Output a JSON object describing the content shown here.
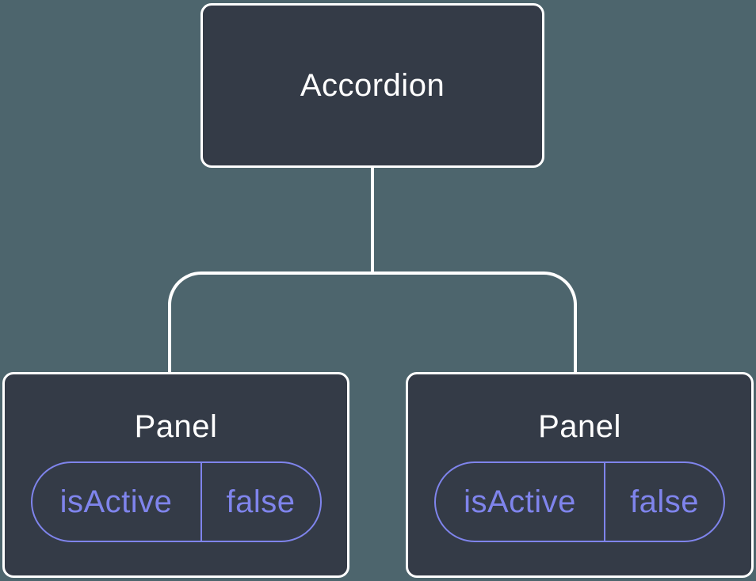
{
  "tree": {
    "root": {
      "label": "Accordion"
    },
    "children": [
      {
        "label": "Panel",
        "prop": {
          "name": "isActive",
          "value": "false"
        }
      },
      {
        "label": "Panel",
        "prop": {
          "name": "isActive",
          "value": "false"
        }
      }
    ]
  },
  "colors": {
    "background": "#4d656d",
    "node_fill": "#343b47",
    "node_border": "#ffffff",
    "connector": "#ffffff",
    "node_title_text": "#ffffff",
    "prop_accent": "#7f84ec"
  }
}
